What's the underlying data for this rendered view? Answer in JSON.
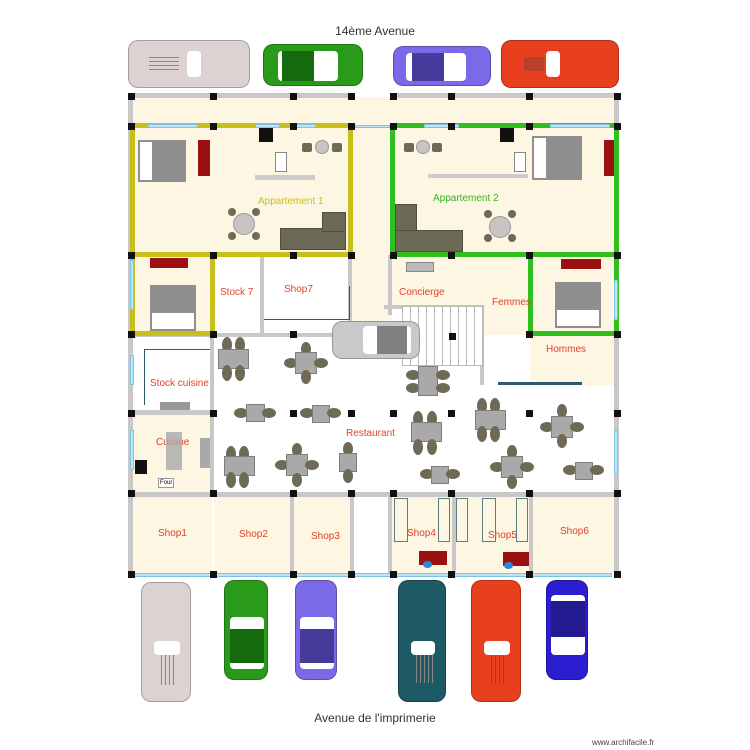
{
  "plan": {
    "top_street": "14ème Avenue",
    "bottom_street": "Avenue de l'imprimerie",
    "watermark": "www.archifacile.fr"
  },
  "rooms": {
    "apartment1": {
      "label": "Appartement 1",
      "color": "#c9bf1a"
    },
    "apartment2": {
      "label": "Appartement 2",
      "color": "#2fbf1f"
    },
    "stock7": {
      "label": "Stock 7"
    },
    "shop7": {
      "label": "Shop7"
    },
    "concierge": {
      "label": "Concierge"
    },
    "femmes": {
      "label": "Femmes"
    },
    "hommes": {
      "label": "Hommes"
    },
    "stock_cuisine": {
      "label": "Stock cuisine"
    },
    "cuisine": {
      "label": "Cuisine",
      "oven_label": "Four"
    },
    "restaurant": {
      "label": "Restaurant"
    },
    "shop1": {
      "label": "Shop1"
    },
    "shop2": {
      "label": "Shop2"
    },
    "shop3": {
      "label": "Shop3"
    },
    "shop4": {
      "label": "Shop4"
    },
    "shop5": {
      "label": "Shop5"
    },
    "shop6": {
      "label": "Shop6"
    }
  },
  "cars_top": [
    {
      "color": "#dcd2d2",
      "type": "truck"
    },
    {
      "color": "#2a9a1a",
      "type": "sedan"
    },
    {
      "color": "#7a6ae8",
      "type": "sedan"
    },
    {
      "color": "#e8401e",
      "type": "truck"
    }
  ],
  "cars_bottom": [
    {
      "color": "#dcd2d2",
      "type": "truck"
    },
    {
      "color": "#2a9a1a",
      "type": "sedan"
    },
    {
      "color": "#7a6ae8",
      "type": "sedan"
    },
    {
      "color": "#1e5a66",
      "type": "truck"
    },
    {
      "color": "#e8401e",
      "type": "truck"
    },
    {
      "color": "#2a1ed0",
      "type": "sedan"
    }
  ],
  "car_inside": {
    "color": "#c9c9cc",
    "type": "sedan"
  }
}
